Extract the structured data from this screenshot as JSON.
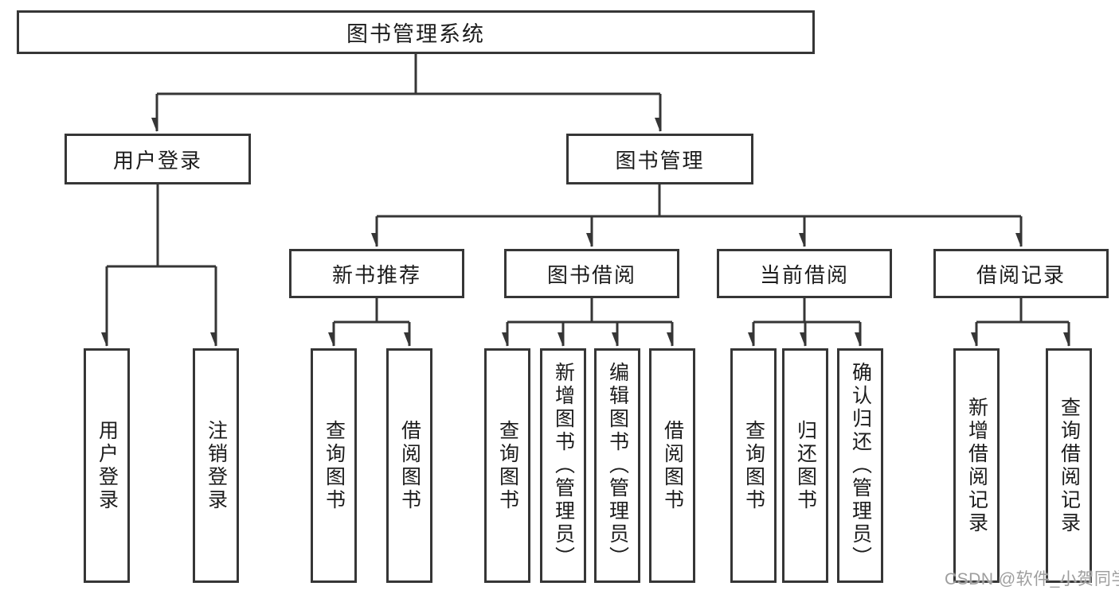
{
  "tree": {
    "label": "图书管理系统",
    "children": [
      {
        "label": "用户登录",
        "children": [
          {
            "label": "用户登录"
          },
          {
            "label": "注销登录"
          }
        ]
      },
      {
        "label": "图书管理",
        "children": [
          {
            "label": "新书推荐",
            "children": [
              {
                "label": "查询图书"
              },
              {
                "label": "借阅图书"
              }
            ]
          },
          {
            "label": "图书借阅",
            "children": [
              {
                "label": "查询图书"
              },
              {
                "label": "新增图书（管理员）"
              },
              {
                "label": "编辑图书（管理员）"
              },
              {
                "label": "借阅图书"
              }
            ]
          },
          {
            "label": "当前借阅",
            "children": [
              {
                "label": "查询图书"
              },
              {
                "label": "归还图书"
              },
              {
                "label": "确认归还（管理员）"
              }
            ]
          },
          {
            "label": "借阅记录",
            "children": [
              {
                "label": "新增借阅记录"
              },
              {
                "label": "查询借阅记录"
              }
            ]
          }
        ]
      }
    ]
  },
  "watermark": {
    "text": "CSDN @软件_小贺同学"
  },
  "colors": {
    "line": "#363636",
    "text": "#1c1c1c",
    "watermark": "#9e9e9e",
    "background": "#ffffff"
  }
}
